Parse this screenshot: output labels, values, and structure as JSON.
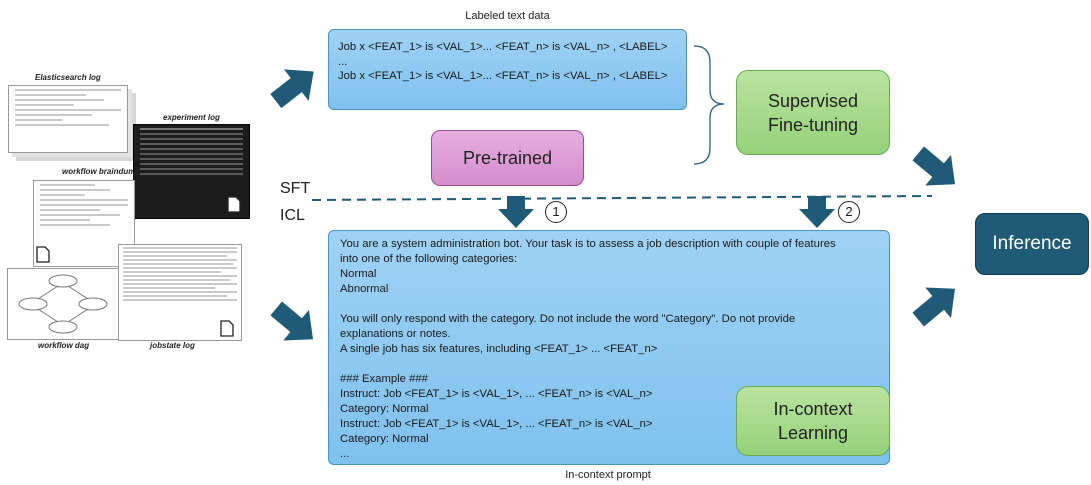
{
  "labeled": {
    "caption": "Labeled text data",
    "lines": [
      "Job x <FEAT_1> is <VAL_1>... <FEAT_n> is <VAL_n> , <LABEL>",
      "...",
      "Job x <FEAT_1> is <VAL_1>... <FEAT_n> is <VAL_n> , <LABEL>"
    ]
  },
  "supervised": {
    "line1": "Supervised",
    "line2": "Fine-tuning"
  },
  "pretrained": {
    "label": "Pre-trained"
  },
  "divider": {
    "top": "SFT",
    "bottom": "ICL"
  },
  "markers": {
    "one": "1",
    "two": "2"
  },
  "inference": {
    "label": "Inference"
  },
  "prompt": {
    "caption": "In-context prompt",
    "lines": [
      "You are a system administration bot. Your task is to assess a job description with couple of features",
      "into one of the following categories:",
      "Normal",
      "Abnormal",
      "",
      "You will only respond with the category. Do not include the word \"Category\". Do not provide",
      "explanations or notes.",
      "A single job has six features, including <FEAT_1> ... <FEAT_n>",
      "",
      "### Example ###",
      "Instruct: Job <FEAT_1> is <VAL_1>, ... <FEAT_n> is <VAL_n>",
      "Category: Normal",
      "Instruct: Job <FEAT_1> is <VAL_1>, ... <FEAT_n> is <VAL_n>",
      "Category: Normal",
      "..."
    ]
  },
  "incontext": {
    "line1": "In-context",
    "line2": "Learning"
  },
  "logs": {
    "elasticsearch": "Elasticsearch log",
    "experiment": "experiment log",
    "braindump": "workflow braindump",
    "dag": "workflow dag",
    "jobstate": "jobstate log"
  },
  "colors": {
    "arrow": "#1f5a76",
    "blue_box": "#8cc8f0",
    "green_box": "#a8db8e",
    "pink_box": "#dc9bd4",
    "inference_box": "#1f5a76"
  }
}
